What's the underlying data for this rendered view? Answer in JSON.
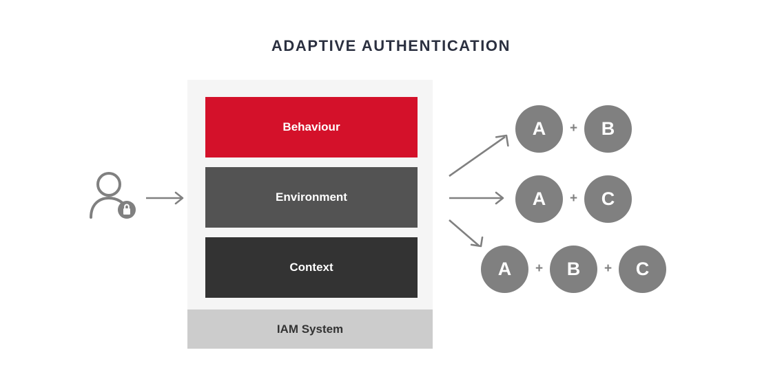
{
  "title": "ADAPTIVE AUTHENTICATION",
  "colors": {
    "behaviour": "#d4112a",
    "environment": "#535353",
    "context": "#333333",
    "panel_bg": "#f5f5f5",
    "iam_bg": "#cccccc",
    "token_gray": "#808080",
    "arrow_gray": "#808080",
    "title_text": "#2b3040",
    "icon_gray": "#808080"
  },
  "user": {
    "icon": "person-with-lock-icon",
    "inbound_arrow": "arrow-right-icon"
  },
  "stack": {
    "layers": [
      {
        "label": "Behaviour",
        "color": "#d4112a",
        "name": "layer-behaviour"
      },
      {
        "label": "Environment",
        "color": "#535353",
        "name": "layer-environment"
      },
      {
        "label": "Context",
        "color": "#333333",
        "name": "layer-context"
      }
    ],
    "base_label": "IAM System"
  },
  "flow_arrows": [
    {
      "name": "arrow-up-right-icon",
      "direction": "up-right"
    },
    {
      "name": "arrow-right-icon",
      "direction": "right"
    },
    {
      "name": "arrow-down-right-icon",
      "direction": "down-right"
    }
  ],
  "outcomes": [
    {
      "factors": [
        "A",
        "B"
      ],
      "separator": "+"
    },
    {
      "factors": [
        "A",
        "C"
      ],
      "separator": "+"
    },
    {
      "factors": [
        "A",
        "B",
        "C"
      ],
      "separator": "+"
    }
  ]
}
